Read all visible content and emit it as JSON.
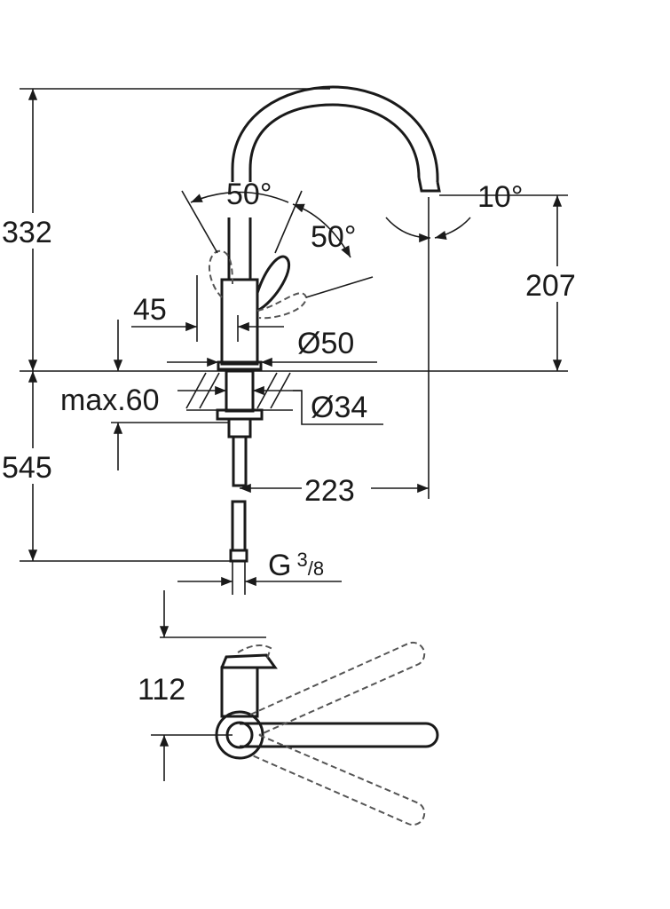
{
  "dimensions": {
    "total_height_above_counter": "332",
    "spout_height": "207",
    "below_counter_length": "545",
    "handle_swing_left": "50°",
    "handle_swing_right": "50°",
    "spout_angle": "10°",
    "handle_offset": "45",
    "base_diameter": "Ø50",
    "hole_diameter": "Ø34",
    "max_counter_thickness": "max.60",
    "spout_reach": "223",
    "connection_thread": "G",
    "connection_thread_fraction_num": "3",
    "connection_thread_fraction_den": "/8",
    "top_view_depth": "112"
  }
}
